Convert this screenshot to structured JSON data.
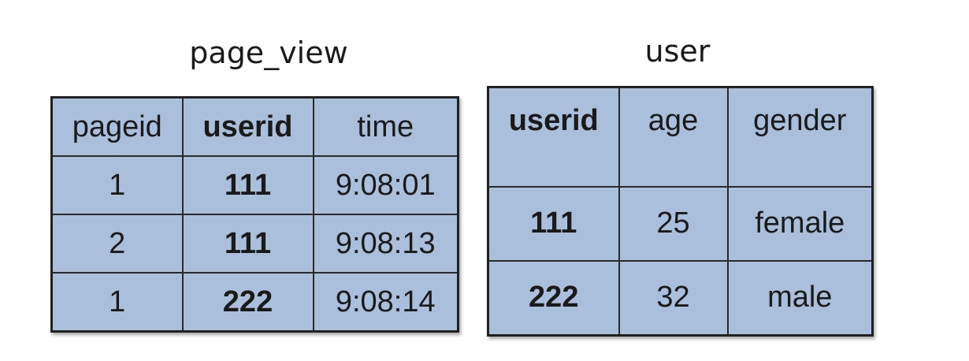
{
  "page_view": {
    "caption": "page_view",
    "headers": [
      "pageid",
      "userid",
      "time"
    ],
    "rows": [
      [
        "1",
        "111",
        "9:08:01"
      ],
      [
        "2",
        "111",
        "9:08:13"
      ],
      [
        "1",
        "222",
        "9:08:14"
      ]
    ]
  },
  "user": {
    "caption": "user",
    "headers": [
      "userid",
      "age",
      "gender"
    ],
    "rows": [
      [
        "111",
        "25",
        "female"
      ],
      [
        "222",
        "32",
        "male"
      ]
    ]
  },
  "colors": {
    "cell_fill": "#a9bfdc",
    "border": "#222222"
  }
}
